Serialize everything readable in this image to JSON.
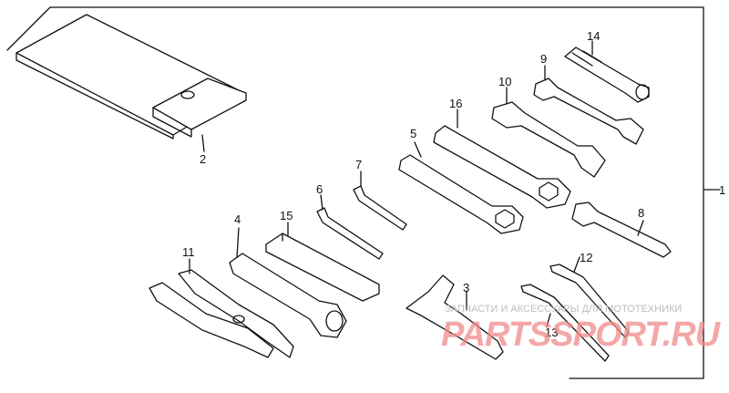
{
  "callouts": {
    "c1": "1",
    "c2": "2",
    "c3": "3",
    "c4": "4",
    "c5": "5",
    "c6": "6",
    "c7": "7",
    "c8": "8",
    "c9": "9",
    "c10": "10",
    "c11": "11",
    "c12": "12",
    "c13": "13",
    "c14": "14",
    "c15": "15",
    "c16": "16"
  },
  "watermark": {
    "tagline": "ЗАПЧАСТИ И АКСЕССУАРЫ ДЛЯ МОТОТЕХНИКИ",
    "brand": "PARTSSPORT.RU"
  },
  "colors": {
    "line": "#111111",
    "watermark_red": "#f08a8a",
    "watermark_gray": "#bdbdbd"
  }
}
